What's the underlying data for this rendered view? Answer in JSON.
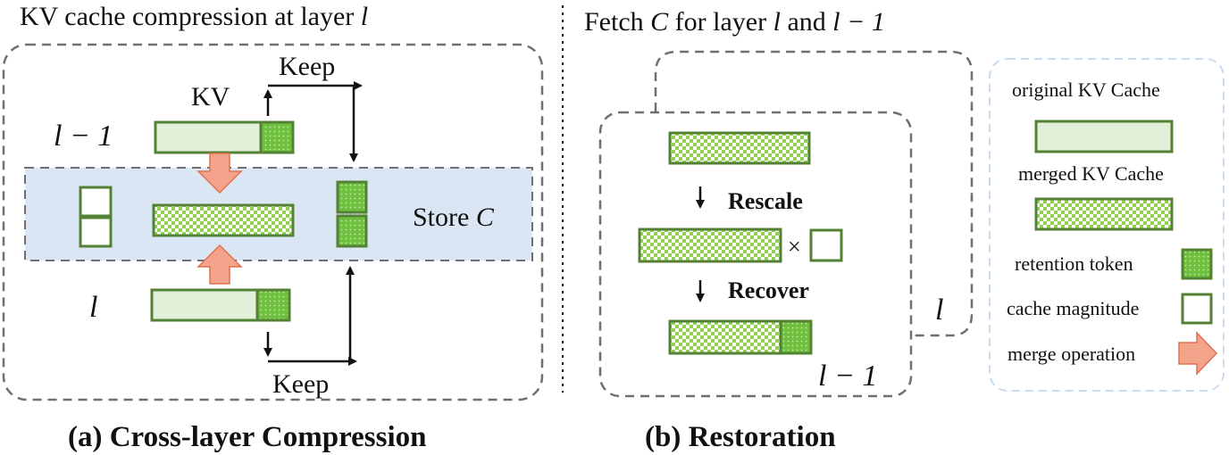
{
  "panel_a": {
    "title_prefix": "KV cache compression at layer",
    "title_var": "l",
    "kv_label": "KV",
    "layer_prev_label": "l − 1",
    "layer_label": "l",
    "keep_top": "Keep",
    "keep_bottom": "Keep",
    "store_prefix": "Store",
    "store_var": "C",
    "caption": "(a) Cross-layer Compression"
  },
  "panel_b": {
    "title_prefix": "Fetch",
    "title_var1": "C",
    "title_mid": "for layer",
    "title_var2": "l",
    "title_and": "and",
    "title_var3": "l − 1",
    "rescale_label": "Rescale",
    "times_symbol": "×",
    "recover_label": "Recover",
    "back_layer_label": "l",
    "front_layer_label": "l − 1",
    "caption": "(b) Restoration"
  },
  "legend": {
    "original": "original KV Cache",
    "merged": "merged KV Cache",
    "retention": "retention token",
    "magnitude": "cache magnitude",
    "merge_op": "merge operation"
  },
  "colors": {
    "cache_fill": "#e2efd9",
    "cache_border": "#548235",
    "retention_fill": "#70c040",
    "merged_check": "#92d050",
    "store_band": "#dae6f4",
    "merge_arrow": "#f4a48a",
    "merge_arrow_border": "#e07050",
    "dash_gray": "#707070",
    "legend_border": "#c9dcef"
  }
}
